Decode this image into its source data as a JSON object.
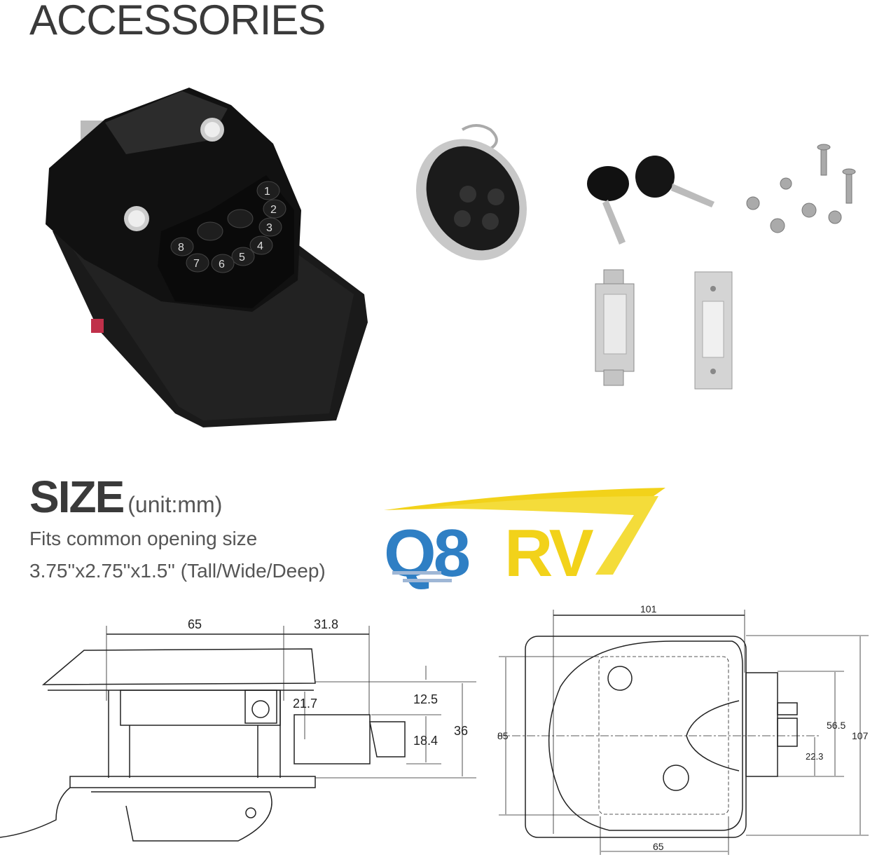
{
  "accessories": {
    "title": "ACCESSORIES",
    "items": [
      "keypad-lock",
      "remote-fob",
      "keys",
      "screws",
      "strike-plates"
    ],
    "keypad_keys": [
      "1",
      "2",
      "3",
      "4",
      "5",
      "6",
      "7",
      "8"
    ]
  },
  "size": {
    "heading": "SIZE",
    "unit": "(unit:mm)",
    "line1": "Fits common opening size",
    "line2": "3.75''x2.75''x1.5'' (Tall/Wide/Deep)"
  },
  "logo": {
    "text": "Q8RV",
    "blue": "#2f7fc4",
    "yellow": "#f2d21a"
  },
  "side_view": {
    "width": "65",
    "bolt_extension": "31.8",
    "bolt_center": "21.7",
    "top_offset": "12.5",
    "depth": "36",
    "bolt_height": "18.4"
  },
  "front_view": {
    "width": "101",
    "height_inner": "85",
    "bolt_span": "56.5",
    "height_outer": "107",
    "bolt_offset": "22.3",
    "inner_width": "65"
  }
}
